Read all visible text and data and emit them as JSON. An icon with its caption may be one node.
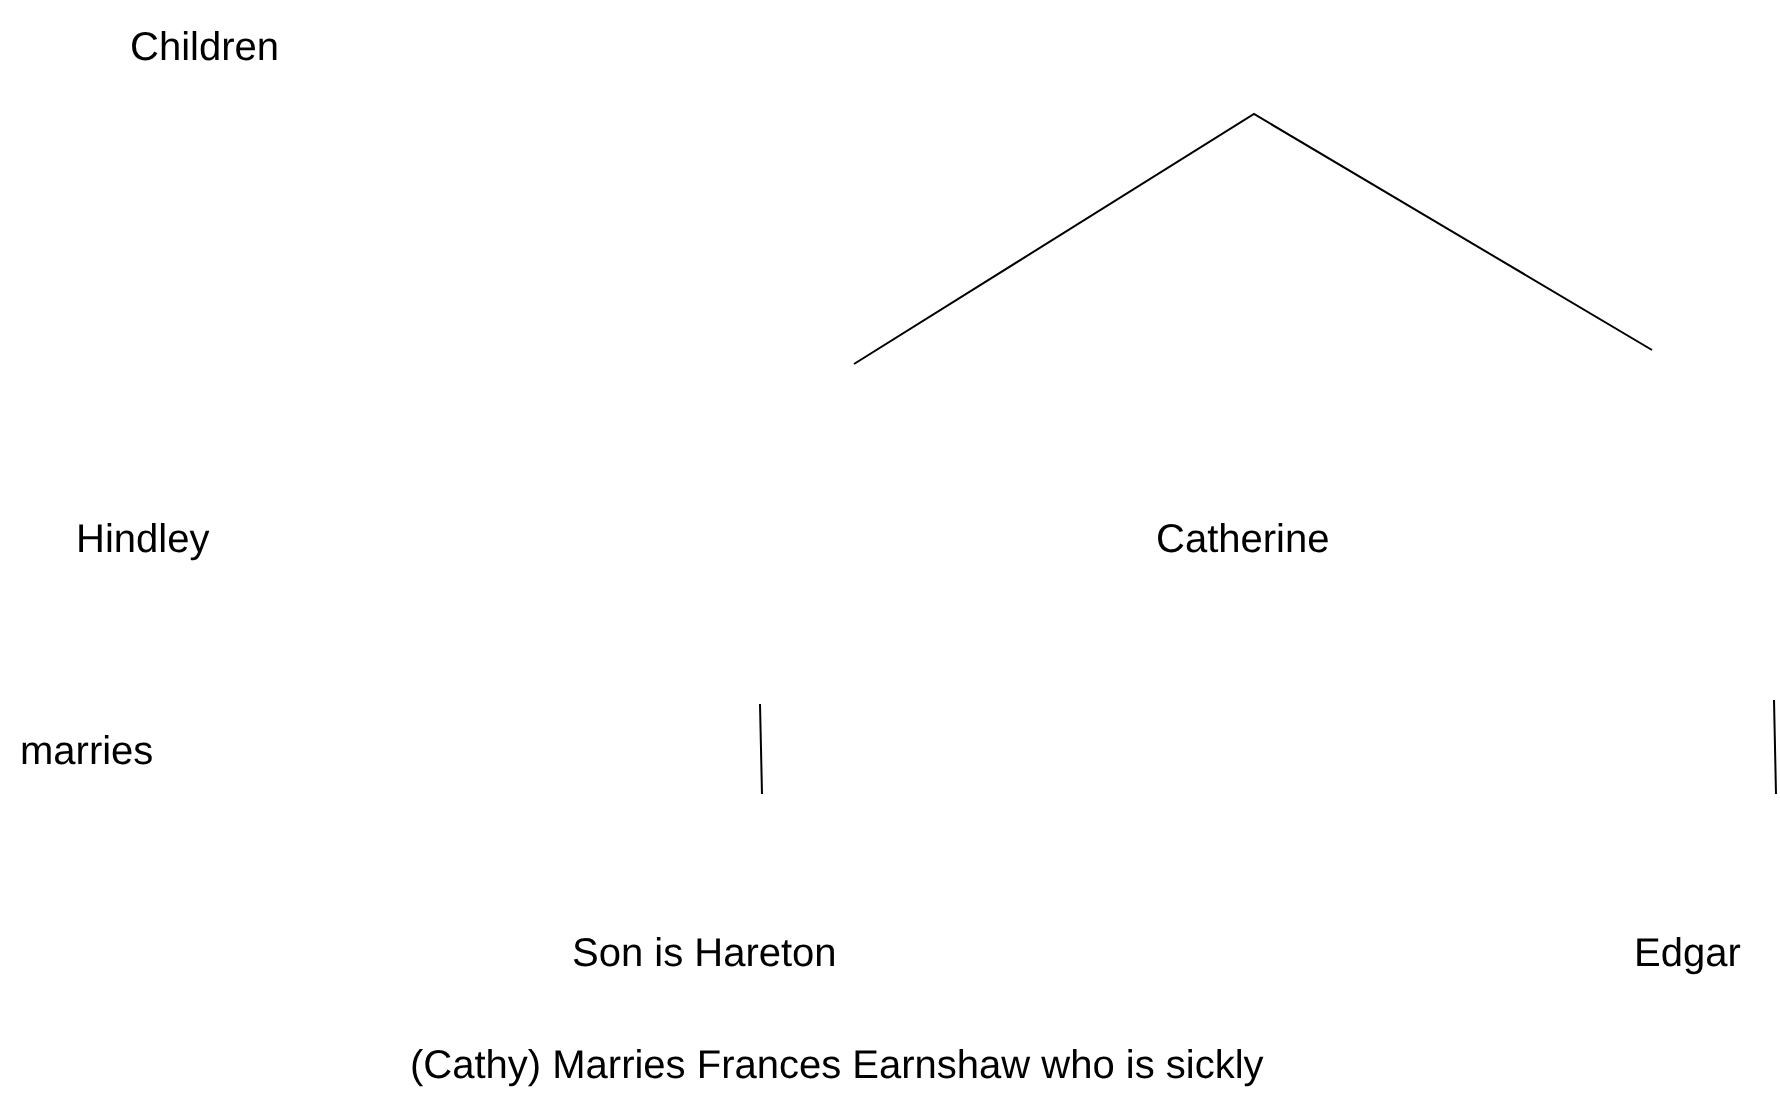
{
  "diagram": {
    "labels": [
      "Children",
      "Hindley",
      "Catherine",
      "marries",
      "Son is Hareton",
      "Edgar",
      "(Cathy) Marries Frances Earnshaw who is sickly"
    ]
  }
}
